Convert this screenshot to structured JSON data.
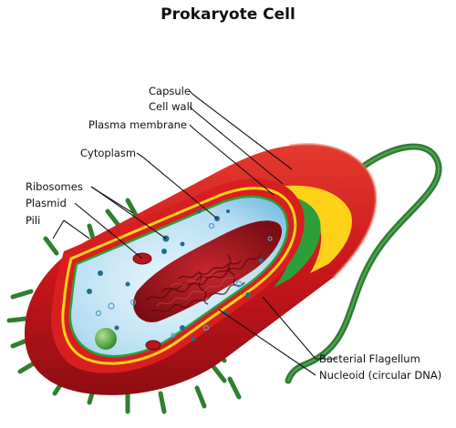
{
  "title": "Prokaryote Cell",
  "labels": {
    "capsule": "Capsule",
    "cell_wall": "Cell wall",
    "plasma_membrane": "Plasma membrane",
    "cytoplasm": "Cytoplasm",
    "ribosomes": "Ribosomes",
    "plasmid": "Plasmid",
    "pili": "Pili",
    "flagellum": "Bacterial Flagellum",
    "nucleoid": "Nucleoid (circular DNA)"
  },
  "colors": {
    "capsule": "#cc1f1f",
    "cell_wall": "#ffd21a",
    "plasma_membrane": "#2e9e3a",
    "cytoplasm": "#bfe3f5",
    "nucleoid": "#a5151e",
    "flagellum": "#2e7d32",
    "pili": "#3a8a3a"
  }
}
